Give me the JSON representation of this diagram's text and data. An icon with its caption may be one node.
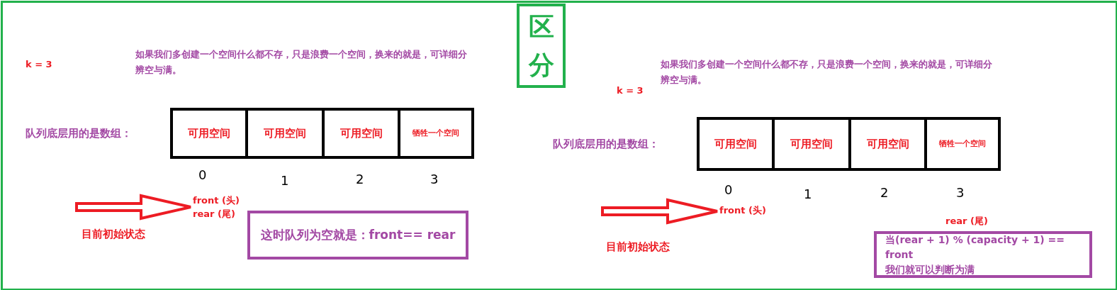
{
  "diagram": {
    "nodes": [
      {
        "text": [
          "区分"
        ]
      },
      {
        "text": [
          "可用空间"
        ]
      },
      {
        "text": [
          "可用空间"
        ]
      },
      {
        "text": [
          "可用空间"
        ]
      },
      {
        "text": [
          "牺牲一个空间"
        ]
      },
      {
        "text": [
          "front (头)",
          "rear (尾)"
        ]
      },
      {
        "text": [
          "这时队列为空就是：front== rear"
        ]
      },
      {
        "text": [
          "可用空间"
        ]
      },
      {
        "text": [
          "可用空间"
        ]
      },
      {
        "text": [
          "可用空间"
        ]
      },
      {
        "text": [
          "牺牲一个空间"
        ]
      },
      {
        "text": [
          "front (头)"
        ]
      },
      {
        "text": [
          "当(rear + 1) % (capacity + 1) == front",
          "我们就可以判断为满"
        ]
      }
    ],
    "edges": [
      {
        "from": null,
        "to": 5,
        "arrow": "to"
      },
      {
        "from": null,
        "to": 11,
        "arrow": "to"
      }
    ],
    "labels": [
      "k = 3",
      "如果我们多创建一个空间什么都不存，只是浪费一个空间，换来的就是，可详细分辨空与满。",
      "队列底层用的是数组：",
      "0",
      "1",
      "2",
      "3",
      "目前初始状态",
      "如果我们多创建一个空间什么都不存，只是浪费一个空间，换来的就是，可详细分辨空与满。",
      "k = 3",
      "队列底层用的是数组：",
      "0",
      "1",
      "2",
      "3",
      "目前初始状态",
      "rear (尾)"
    ]
  }
}
